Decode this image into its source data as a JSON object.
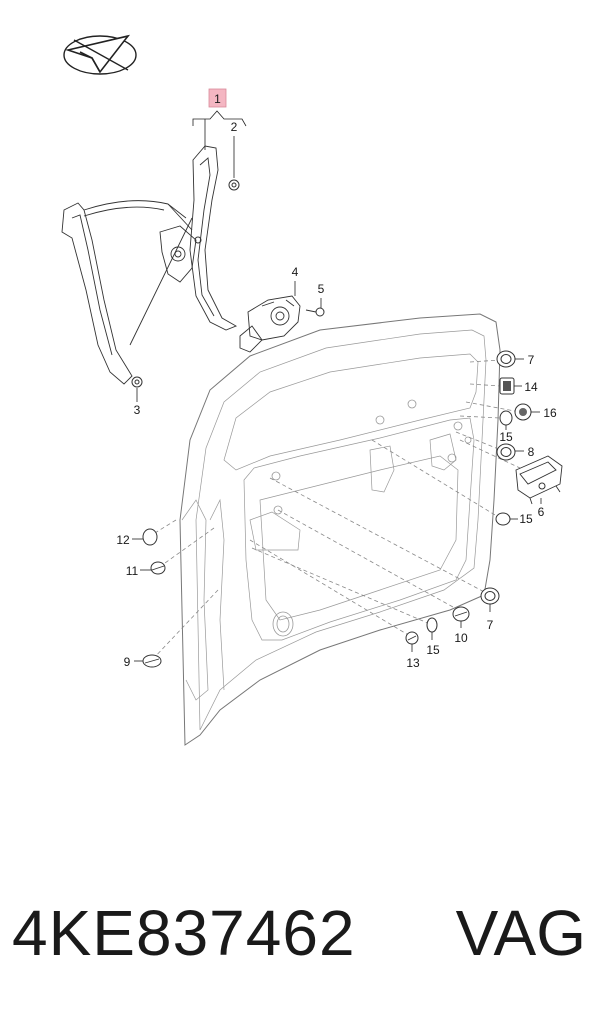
{
  "callouts": {
    "c1": "1",
    "c2": "2",
    "c3": "3",
    "c4": "4",
    "c5": "5",
    "c6": "6",
    "c7a": "7",
    "c7b": "7",
    "c8": "8",
    "c9": "9",
    "c10": "10",
    "c11": "11",
    "c12": "12",
    "c13": "13",
    "c14": "14",
    "c15a": "15",
    "c15b": "15",
    "c15c": "15",
    "c16": "16"
  },
  "footer": {
    "part_number": "4KE837462",
    "brand": "VAG"
  },
  "colors": {
    "highlight_box": "#f4b6c2",
    "line": "#333333"
  },
  "icons": {
    "logo": "paper-plane-check-icon"
  }
}
